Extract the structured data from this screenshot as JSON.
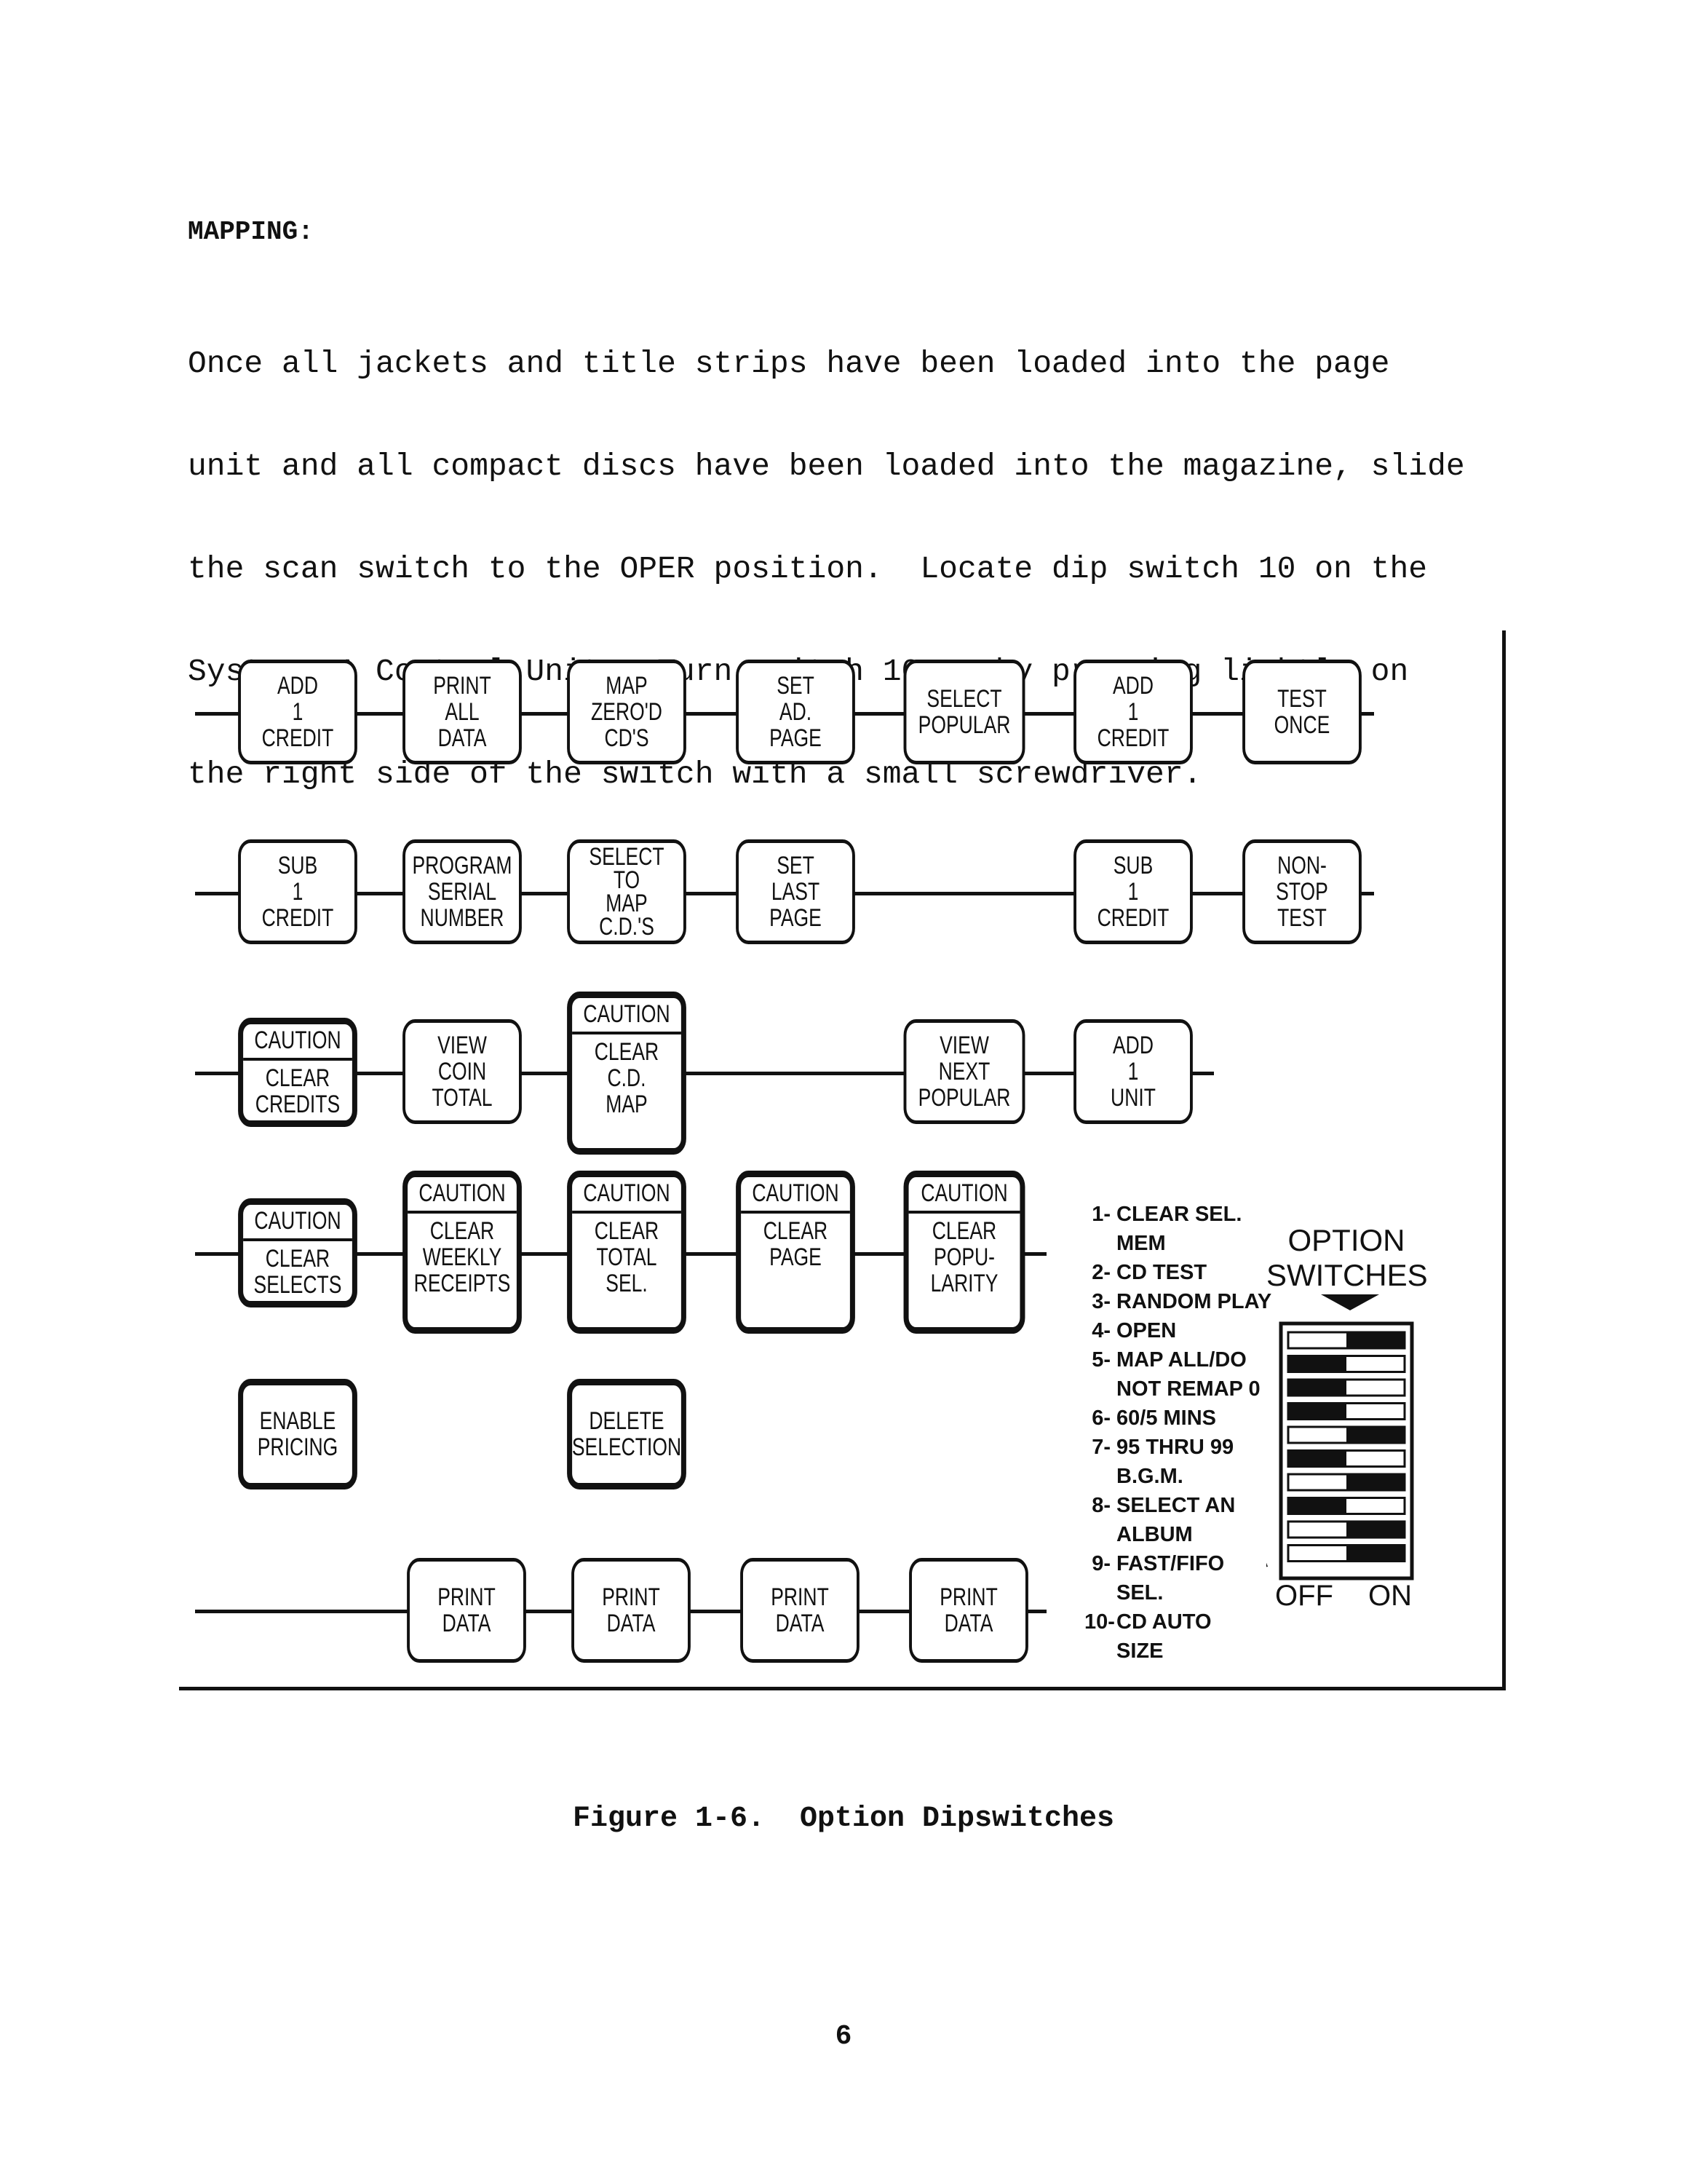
{
  "heading": "MAPPING:",
  "paragraph_lines": [
    "Once all jackets and title strips have been loaded into the page",
    "unit and all compact discs have been loaded into the magazine, slide",
    "the scan switch to the OPER position.  Locate dip switch 10 on the",
    "System 5A Control Unit.  Turn switch 10 on by pressing lightly on",
    "the right side of the switch with a small screwdriver."
  ],
  "rows": [
    [
      {
        "lines": [
          "ADD",
          "1",
          "CREDIT"
        ]
      },
      {
        "lines": [
          "PRINT",
          "ALL",
          "DATA"
        ]
      },
      {
        "lines": [
          "MAP",
          "ZERO'D",
          "CD'S"
        ]
      },
      {
        "lines": [
          "SET",
          "AD.",
          "PAGE"
        ]
      },
      {
        "lines": [
          "SELECT",
          "POPULAR"
        ]
      },
      {
        "lines": [
          "ADD",
          "1",
          "CREDIT"
        ]
      },
      {
        "lines": [
          "TEST",
          "ONCE"
        ]
      }
    ],
    [
      {
        "lines": [
          "SUB",
          "1",
          "CREDIT"
        ]
      },
      {
        "lines": [
          "PROGRAM",
          "SERIAL",
          "NUMBER"
        ]
      },
      {
        "lines": [
          "SELECT",
          "TO",
          "MAP",
          "C.D.'S"
        ]
      },
      {
        "lines": [
          "SET",
          "LAST",
          "PAGE"
        ]
      },
      {
        "lines": [
          "SUB",
          "1",
          "CREDIT"
        ]
      },
      {
        "lines": [
          "NON-",
          "STOP",
          "TEST"
        ]
      }
    ],
    [
      {
        "caution": "CAUTION",
        "lines": [
          "CLEAR",
          "CREDITS"
        ]
      },
      {
        "lines": [
          "VIEW",
          "COIN",
          "TOTAL"
        ]
      },
      {
        "caution": "CAUTION",
        "lines": [
          "CLEAR",
          "C.D.",
          "MAP"
        ]
      },
      {
        "lines": [
          "VIEW",
          "NEXT",
          "POPULAR"
        ]
      },
      {
        "lines": [
          "ADD",
          "1",
          "UNIT"
        ]
      }
    ],
    [
      {
        "caution": "CAUTION",
        "lines": [
          "CLEAR",
          "SELECTS"
        ]
      },
      {
        "caution": "CAUTION",
        "lines": [
          "CLEAR",
          "WEEKLY",
          "RECEIPTS"
        ]
      },
      {
        "caution": "CAUTION",
        "lines": [
          "CLEAR",
          "TOTAL",
          "SEL."
        ]
      },
      {
        "caution": "CAUTION",
        "lines": [
          "CLEAR",
          "PAGE"
        ]
      },
      {
        "caution": "CAUTION",
        "lines": [
          "CLEAR",
          "POPU-",
          "LARITY"
        ]
      }
    ],
    [
      {
        "lines": [
          "ENABLE",
          "PRICING"
        ]
      },
      {
        "lines": [
          "DELETE",
          "SELECTION"
        ]
      }
    ],
    [
      {
        "lines": [
          "PRINT",
          "DATA"
        ]
      },
      {
        "lines": [
          "PRINT",
          "DATA"
        ]
      },
      {
        "lines": [
          "PRINT",
          "DATA"
        ]
      },
      {
        "lines": [
          "PRINT",
          "DATA"
        ]
      }
    ]
  ],
  "legend": [
    {
      "num": "1-",
      "lines": [
        "CLEAR SEL.",
        "MEM"
      ]
    },
    {
      "num": "2-",
      "lines": [
        "CD TEST"
      ]
    },
    {
      "num": "3-",
      "lines": [
        "RANDOM PLAY"
      ]
    },
    {
      "num": "4-",
      "lines": [
        "OPEN"
      ]
    },
    {
      "num": "5-",
      "lines": [
        "MAP ALL/DO",
        "NOT REMAP 0"
      ]
    },
    {
      "num": "6-",
      "lines": [
        "60/5 MINS"
      ]
    },
    {
      "num": "7-",
      "lines": [
        "95 THRU 99",
        "B.G.M."
      ]
    },
    {
      "num": "8-",
      "lines": [
        "SELECT AN",
        "ALBUM"
      ]
    },
    {
      "num": "9-",
      "lines": [
        "FAST/FIFO",
        "SEL."
      ]
    },
    {
      "num": "10-",
      "lines": [
        "CD AUTO",
        "SIZE"
      ]
    }
  ],
  "option_switches": {
    "title_lines": [
      "OPTION",
      "SWITCHES"
    ],
    "off_label": "OFF",
    "on_label": "ON",
    "states": [
      "on",
      "off",
      "off",
      "off",
      "on",
      "off",
      "on",
      "off",
      "on",
      "on"
    ]
  },
  "caption": "Figure 1-6.  Option Dipswitches",
  "page_number": "6"
}
